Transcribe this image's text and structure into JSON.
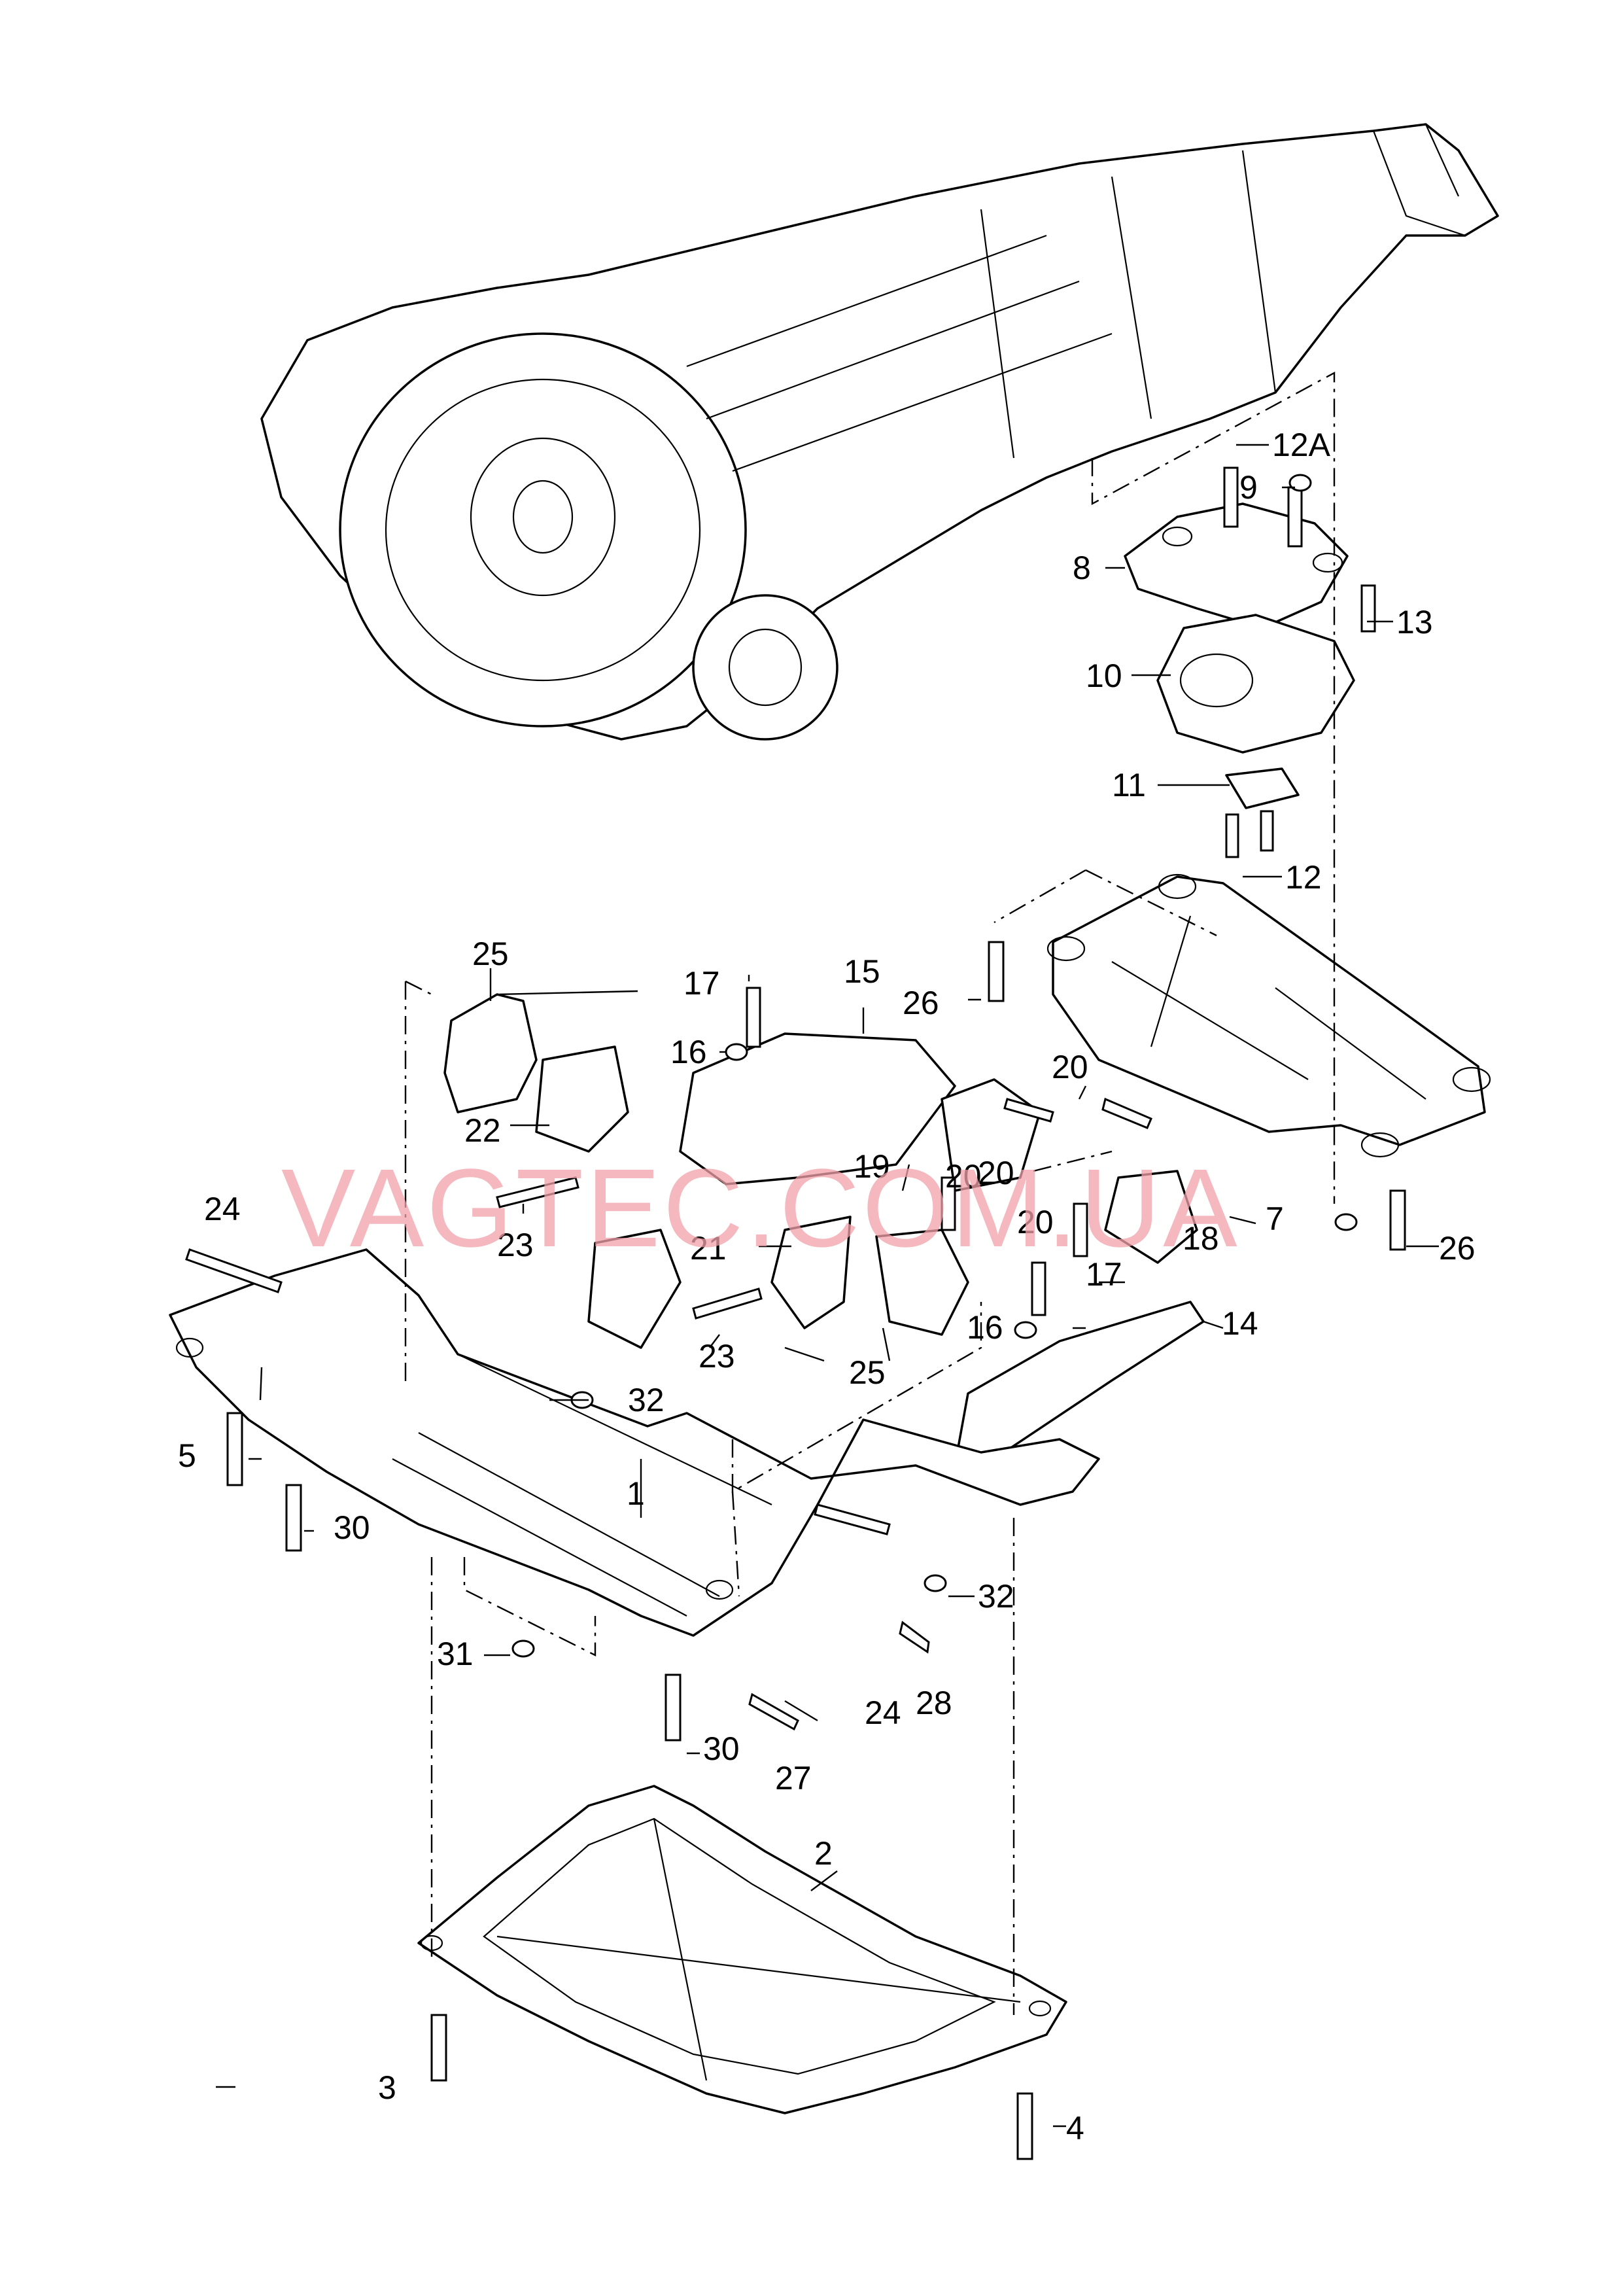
{
  "watermark": "VAGTEC.COM.UA",
  "callouts": {
    "c1": "1",
    "c2": "2",
    "c3": "3",
    "c4": "4",
    "c5": "5",
    "c7": "7",
    "c8": "8",
    "c9": "9",
    "c10": "10",
    "c11": "11",
    "c12": "12",
    "c12a": "12A",
    "c13": "13",
    "c14": "14",
    "c15": "15",
    "c16a": "16",
    "c16b": "16",
    "c17a": "17",
    "c17b": "17",
    "c18": "18",
    "c19": "19",
    "c20a": "20",
    "c20b": "20",
    "c20c": "20",
    "c20d": "20",
    "c21": "21",
    "c22": "22",
    "c23a": "23",
    "c23b": "23",
    "c24a": "24",
    "c24b": "24",
    "c25a": "25",
    "c25b": "25",
    "c26a": "26",
    "c26b": "26",
    "c27": "27",
    "c28": "28",
    "c30a": "30",
    "c30b": "30",
    "c31": "31",
    "c32a": "32",
    "c32b": "32"
  },
  "colors": {
    "line": "#000000",
    "watermark": "#f0a0a8",
    "background": "#ffffff"
  }
}
